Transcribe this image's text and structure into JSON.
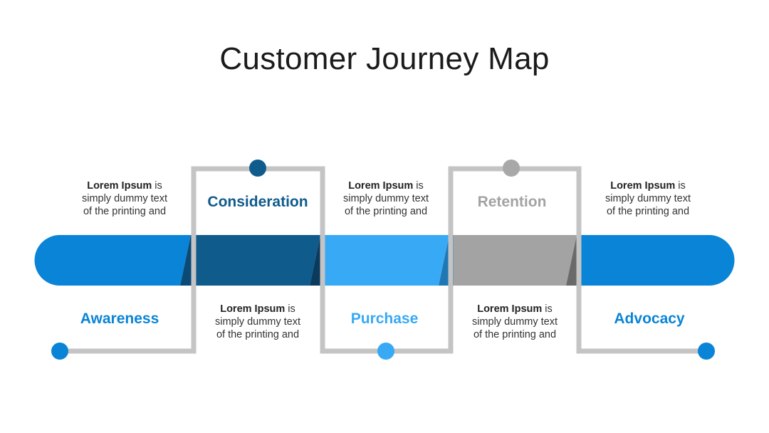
{
  "title": "Customer Journey Map",
  "colors": {
    "awareness": "#0a84d6",
    "consideration": "#0f5b8c",
    "purchase": "#37a9f5",
    "retention": "#a3a3a3",
    "advocacy": "#0a84d6",
    "connector": "#c4c4c4",
    "retention_dot": "#a8a8a8"
  },
  "stages": [
    {
      "label": "Awareness"
    },
    {
      "label": "Consideration"
    },
    {
      "label": "Purchase"
    },
    {
      "label": "Retention"
    },
    {
      "label": "Advocacy"
    }
  ],
  "descriptions": [
    {
      "bold": "Lorem Ipsum",
      "rest1": " is",
      "line2": "simply dummy text",
      "line3": "of the printing and"
    },
    {
      "bold": "Lorem Ipsum",
      "rest1": " is",
      "line2": "simply dummy text",
      "line3": "of the printing and"
    },
    {
      "bold": "Lorem Ipsum",
      "rest1": " is",
      "line2": "simply dummy text",
      "line3": "of the printing and"
    },
    {
      "bold": "Lorem Ipsum",
      "rest1": " is",
      "line2": "simply dummy text",
      "line3": "of the printing and"
    },
    {
      "bold": "Lorem Ipsum",
      "rest1": " is",
      "line2": "simply dummy text",
      "line3": "of the printing and"
    }
  ]
}
